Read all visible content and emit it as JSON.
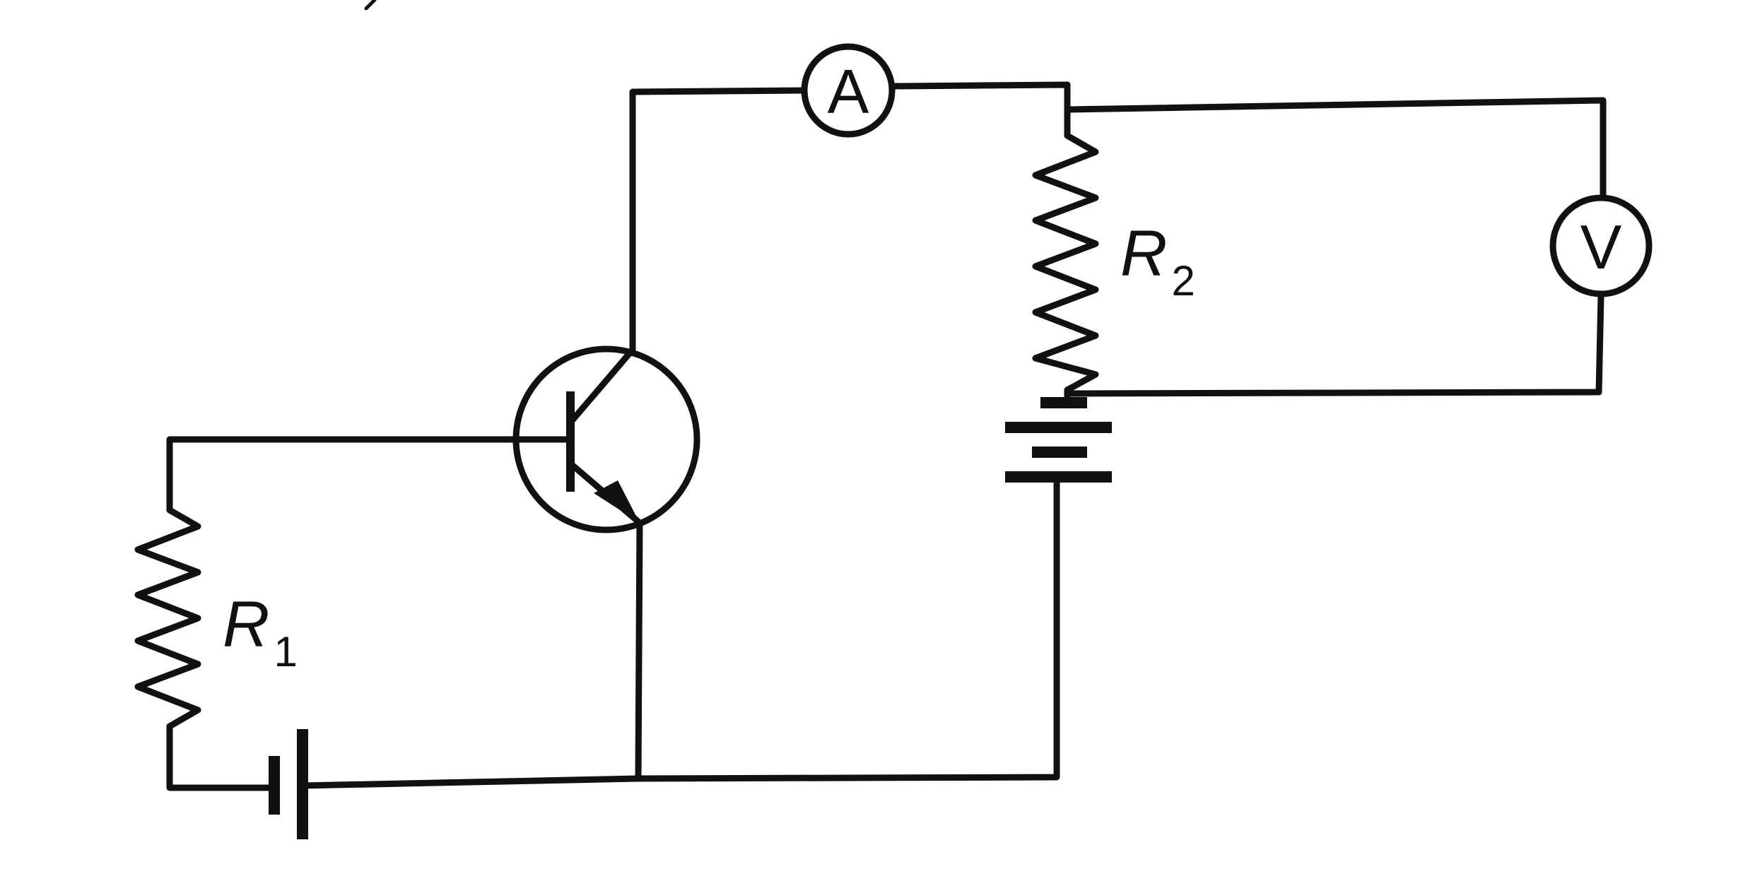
{
  "components": {
    "ammeter": {
      "symbol": "A"
    },
    "voltmeter": {
      "symbol": "V"
    },
    "resistor_1": {
      "letter": "R",
      "subscript": "1"
    },
    "resistor_2": {
      "letter": "R",
      "subscript": "2"
    }
  },
  "colors": {
    "ink": "#111111",
    "background": "#ffffff"
  }
}
